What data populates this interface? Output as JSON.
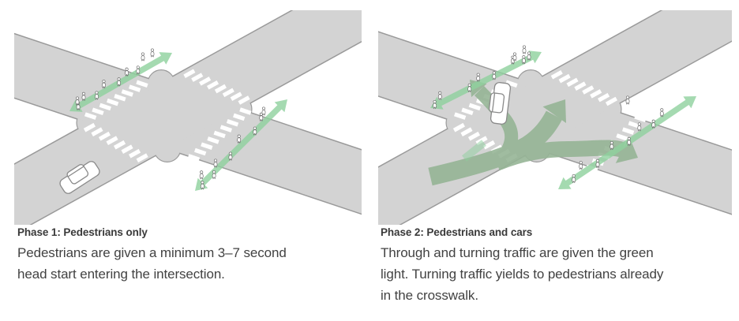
{
  "figure": {
    "background": "#ffffff",
    "colors": {
      "road_surface": "#d3d3d3",
      "road_edge": "#9a9a9a",
      "crosswalk_stripe": "#ffffff",
      "pedestrian_arrow_green": "#8ed19d",
      "traffic_arrow_green": "#96b596",
      "vehicle_fill": "#ffffff",
      "vehicle_outline": "#8a8a8a",
      "pedestrian_fill": "#ffffff",
      "pedestrian_outline": "#686868",
      "heading_text": "#3a3a3a",
      "body_text": "#424242"
    },
    "panels": [
      {
        "id": "phase-1",
        "heading": "Phase 1: Pedestrians only",
        "body_lines": [
          "Pedestrians are given a minimum 3–7 second",
          "head start entering the intersection."
        ],
        "diagram": {
          "pedestrian_crossing_arrows": 2,
          "vehicle_movement_arrows": 0,
          "pedestrians": 19,
          "vehicles": 1,
          "vehicle_state": "stopped before crosswalk"
        }
      },
      {
        "id": "phase-2",
        "heading": "Phase 2: Pedestrians and cars",
        "body_lines": [
          "Through and turning traffic are given the green",
          "light. Turning traffic yields to pedestrians already",
          "in the crosswalk."
        ],
        "diagram": {
          "pedestrian_crossing_arrows": 2,
          "vehicle_movement_arrows": 3,
          "vehicle_movements": [
            "left turn",
            "through",
            "right turn"
          ],
          "pedestrians": 19,
          "vehicles": 1,
          "vehicle_state": "turning left"
        }
      }
    ]
  }
}
